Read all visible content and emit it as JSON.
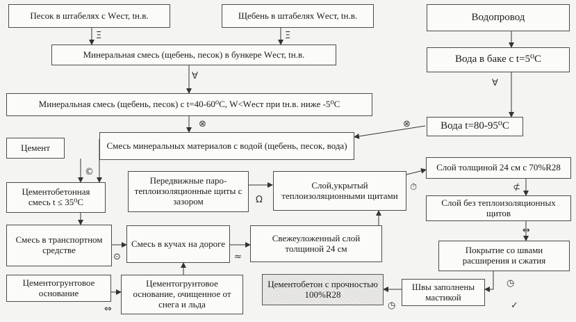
{
  "boxes": {
    "sand": "Песок в штабелях с Wест, tн.в.",
    "gravel": "Щебень в штабелях Wест, tн.в.",
    "water_supply": "Водопровод",
    "hopper": "Минеральная смесь (щебень, песок) в бункере Wест, tн.в.",
    "water_tank": "Вода в баке с t=5⁰C",
    "mineral_heated": "Минеральная смесь (щебень, песок) с t=40-60⁰C, W<Wест при tн.в. ниже -5⁰С",
    "water_hot": "Вода t=80-95⁰C",
    "cement": "Цемент",
    "mineral_water_mix": "Смесь минеральных материалов с водой (щебень, песок, вода)",
    "layer_24_70": "Слой толщиной 24 см с 70%R28",
    "cement_concrete_mix": "Цементобетонная смесь t ≤ 35⁰C",
    "mobile_shields": "Передвижные паро-теплоизоляционные щиты с зазором",
    "covered_layer": "Слой,укрытый теплоизоляционными щитами",
    "layer_no_shields": "Слой без теплоизоляционных щитов",
    "transport_mix": "Смесь в транспортном средстве",
    "road_piles": "Смесь в кучах на дороге",
    "fresh_layer": "Свежеуложенный слой толщиной 24 см",
    "joint_cover": "Покрытие со швами расширения и сжатия",
    "cement_soil_base": "Цементогрунтовое основание",
    "cleaned_base": "Цементогрунтовое основание, очищенное от снега и льда",
    "strength_100": "Цементобетон с прочностью 100%R28",
    "joints_filled": "Швы заполнены мастикой"
  },
  "symbols": {
    "s1": "Ξ",
    "s2": "Ξ",
    "s3": "∀",
    "s4": "∀",
    "s5": "⊗",
    "s6": "⊗",
    "s7": "©",
    "s8": "Ω",
    "s9": "⊙",
    "s10": "≈",
    "s11": "⇔",
    "s12": "⏱",
    "s13": "⊄",
    "s14": "↔",
    "s15": "◷",
    "s16": "✓",
    "s17": "◷"
  }
}
